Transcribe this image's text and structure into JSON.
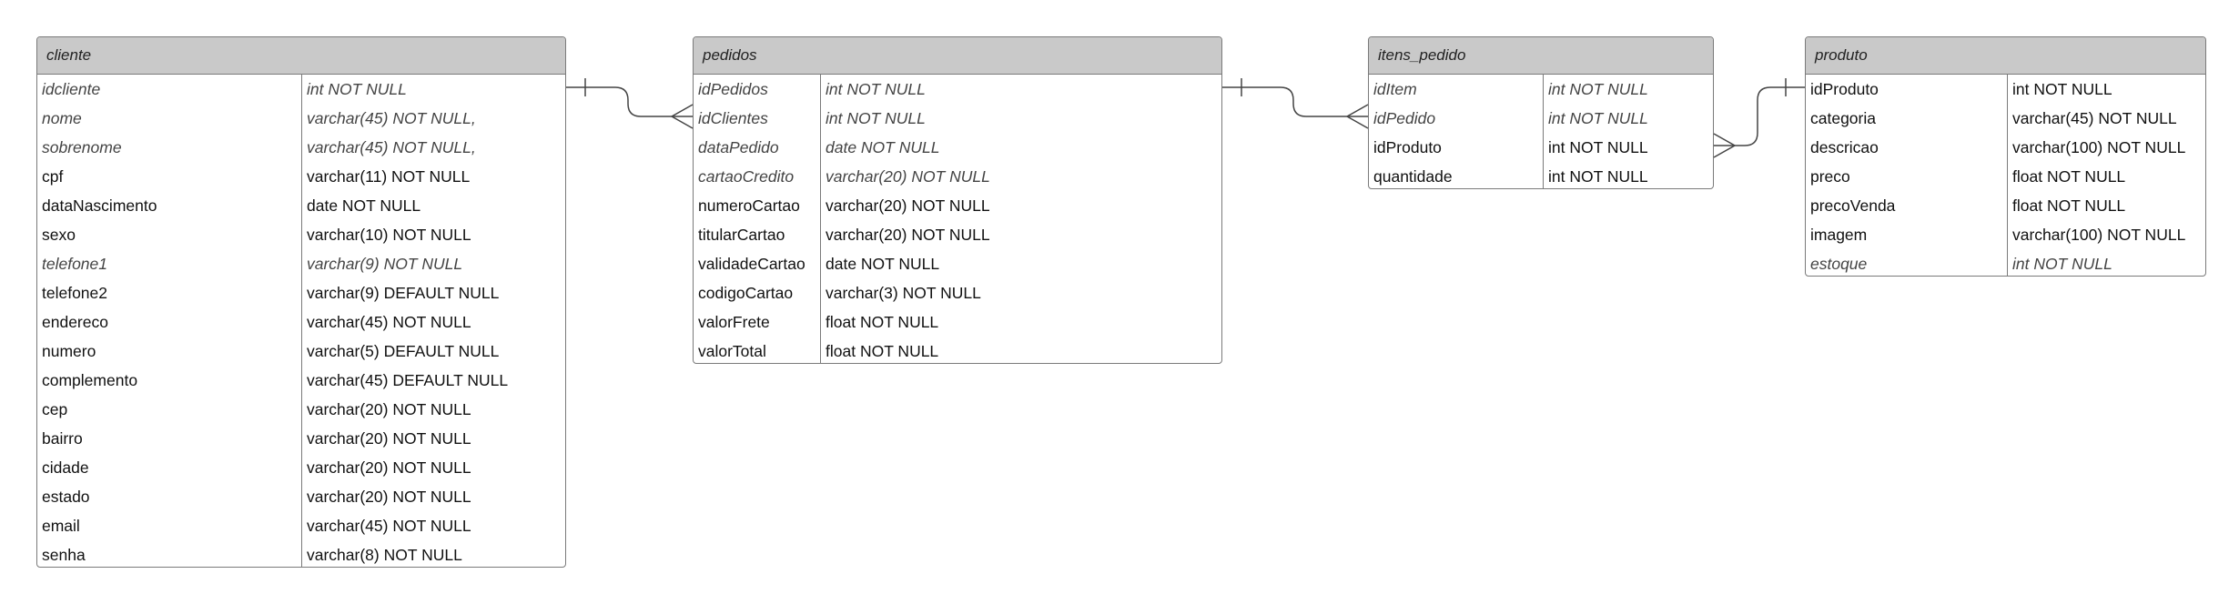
{
  "entities": [
    {
      "id": "cliente",
      "name": "cliente",
      "columns": [
        {
          "name": "idcliente",
          "type": "int NOT NULL",
          "italic": true
        },
        {
          "name": "nome",
          "type": "varchar(45) NOT NULL,",
          "italic": true
        },
        {
          "name": "sobrenome",
          "type": "varchar(45) NOT NULL,",
          "italic": true
        },
        {
          "name": "cpf",
          "type": "varchar(11) NOT NULL",
          "italic": false
        },
        {
          "name": "dataNascimento",
          "type": "date NOT NULL",
          "italic": false
        },
        {
          "name": "sexo",
          "type": "varchar(10) NOT NULL",
          "italic": false
        },
        {
          "name": "telefone1",
          "type": "varchar(9) NOT NULL",
          "italic": true
        },
        {
          "name": "telefone2",
          "type": "varchar(9) DEFAULT NULL",
          "italic": false
        },
        {
          "name": "endereco",
          "type": "varchar(45) NOT NULL",
          "italic": false
        },
        {
          "name": "numero",
          "type": "varchar(5) DEFAULT NULL",
          "italic": false
        },
        {
          "name": "complemento",
          "type": "varchar(45) DEFAULT NULL",
          "italic": false
        },
        {
          "name": "cep",
          "type": "varchar(20) NOT NULL",
          "italic": false
        },
        {
          "name": "bairro",
          "type": "varchar(20) NOT NULL",
          "italic": false
        },
        {
          "name": "cidade",
          "type": "varchar(20) NOT NULL",
          "italic": false
        },
        {
          "name": "estado",
          "type": "varchar(20) NOT NULL",
          "italic": false
        },
        {
          "name": "email",
          "type": "varchar(45) NOT NULL",
          "italic": false
        },
        {
          "name": "senha",
          "type": "varchar(8) NOT NULL",
          "italic": false
        }
      ]
    },
    {
      "id": "pedidos",
      "name": "pedidos",
      "columns": [
        {
          "name": "idPedidos",
          "type": "int NOT NULL",
          "italic": true
        },
        {
          "name": "idClientes",
          "type": "int NOT NULL",
          "italic": true
        },
        {
          "name": "dataPedido",
          "type": "date NOT NULL",
          "italic": true
        },
        {
          "name": "cartaoCredito",
          "type": "varchar(20) NOT NULL",
          "italic": true
        },
        {
          "name": "numeroCartao",
          "type": "varchar(20) NOT NULL",
          "italic": false
        },
        {
          "name": "titularCartao",
          "type": "varchar(20) NOT NULL",
          "italic": false
        },
        {
          "name": "validadeCartao",
          "type": "date NOT NULL",
          "italic": false
        },
        {
          "name": "codigoCartao",
          "type": "varchar(3) NOT NULL",
          "italic": false
        },
        {
          "name": "valorFrete",
          "type": "float NOT NULL",
          "italic": false
        },
        {
          "name": "valorTotal",
          "type": "float NOT NULL",
          "italic": false
        }
      ]
    },
    {
      "id": "itens_pedido",
      "name": "itens_pedido",
      "columns": [
        {
          "name": "idItem",
          "type": "int NOT NULL",
          "italic": true
        },
        {
          "name": "idPedido",
          "type": "int NOT NULL",
          "italic": true
        },
        {
          "name": "idProduto",
          "type": "int NOT NULL",
          "italic": false
        },
        {
          "name": "quantidade",
          "type": "int NOT NULL",
          "italic": false
        }
      ]
    },
    {
      "id": "produto",
      "name": "produto",
      "columns": [
        {
          "name": "idProduto",
          "type": "int NOT NULL",
          "italic": false
        },
        {
          "name": "categoria",
          "type": "varchar(45) NOT NULL",
          "italic": false
        },
        {
          "name": "descricao",
          "type": "varchar(100) NOT NULL",
          "italic": false
        },
        {
          "name": "preco",
          "type": "float NOT NULL",
          "italic": false
        },
        {
          "name": "precoVenda",
          "type": "float NOT NULL",
          "italic": false
        },
        {
          "name": "imagem",
          "type": "varchar(100) NOT NULL",
          "italic": false
        },
        {
          "name": "estoque",
          "type": "int NOT NULL",
          "italic": true
        }
      ]
    }
  ],
  "relationships": [
    {
      "from": "cliente",
      "to": "pedidos",
      "from_end": "one",
      "to_end": "many"
    },
    {
      "from": "pedidos",
      "to": "itens_pedido",
      "from_end": "one",
      "to_end": "many"
    },
    {
      "from": "produto",
      "to": "itens_pedido",
      "from_end": "one",
      "to_end": "many"
    }
  ],
  "colors": {
    "header": "#c9c9c9",
    "border": "#7a7a7a",
    "line": "#444444"
  }
}
